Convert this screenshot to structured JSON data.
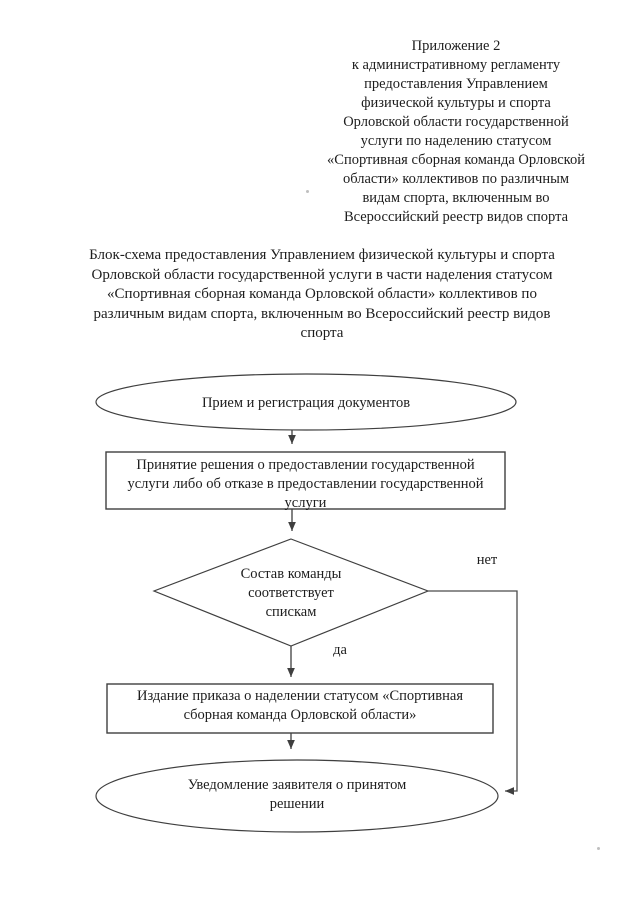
{
  "document": {
    "appendix_note": {
      "lines": [
        "Приложение 2",
        "к административному регламенту",
        "предоставления Управлением",
        "физической культуры и спорта",
        "Орловской области государственной",
        "услуги по наделению статусом",
        "«Спортивная сборная команда Орловской",
        "области» коллективов по различным",
        "видам спорта, включенным во",
        "Всероссийский реестр видов спорта"
      ]
    },
    "title": {
      "lines": [
        "Блок-схема предоставления Управлением физической культуры и спорта",
        "Орловской области государственной услуги в части наделения статусом",
        "«Спортивная сборная команда Орловской области» коллективов по",
        "различным видам спорта, включенным во Всероссийский реестр видов",
        "спорта"
      ]
    },
    "flowchart": {
      "start_label": "Прием и регистрация документов",
      "process1": {
        "lines": [
          "Принятие решения о предоставлении государственной",
          "услуги либо об отказе в предоставлении государственной",
          "услуги"
        ]
      },
      "decision": {
        "lines": [
          "Состав команды",
          "соответствует",
          "спискам"
        ]
      },
      "branch_no_label": "нет",
      "branch_yes_label": "да",
      "process2": {
        "lines": [
          "Издание приказа о наделении статусом «Спортивная",
          "сборная команда Орловской области»"
        ]
      },
      "end": {
        "lines": [
          "Уведомление заявителя о принятом",
          "решении"
        ]
      }
    },
    "colors": {
      "ink": "#1d1d1d",
      "stroke": "#3f3f3f",
      "background": "#ffffff"
    }
  }
}
